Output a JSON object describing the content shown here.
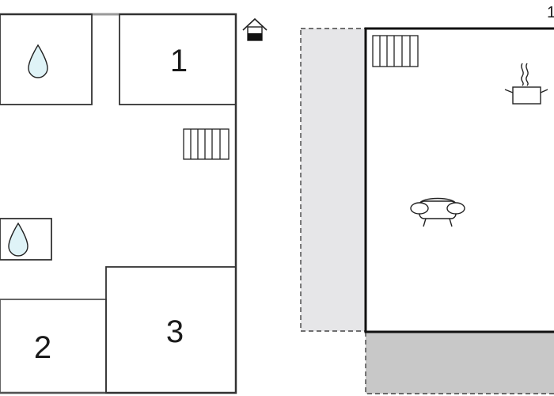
{
  "floorplan": {
    "left_floor": {
      "rooms": [
        {
          "label": "1"
        },
        {
          "label": "2"
        },
        {
          "label": "3"
        }
      ],
      "icons": [
        "water-drop-icon",
        "water-drop-icon",
        "radiator-icon",
        "house-entrance-icon"
      ]
    },
    "right_floor": {
      "corner_label": "1",
      "icons": [
        "radiator-icon",
        "cooking-pot-icon",
        "sofa-icon"
      ]
    },
    "colors": {
      "wall": "#1a1a1a",
      "inner_wall": "#555555",
      "terrace_light": "#e6e6e8",
      "terrace_dark": "#c8c8c8",
      "water": "#dff3f7"
    }
  }
}
